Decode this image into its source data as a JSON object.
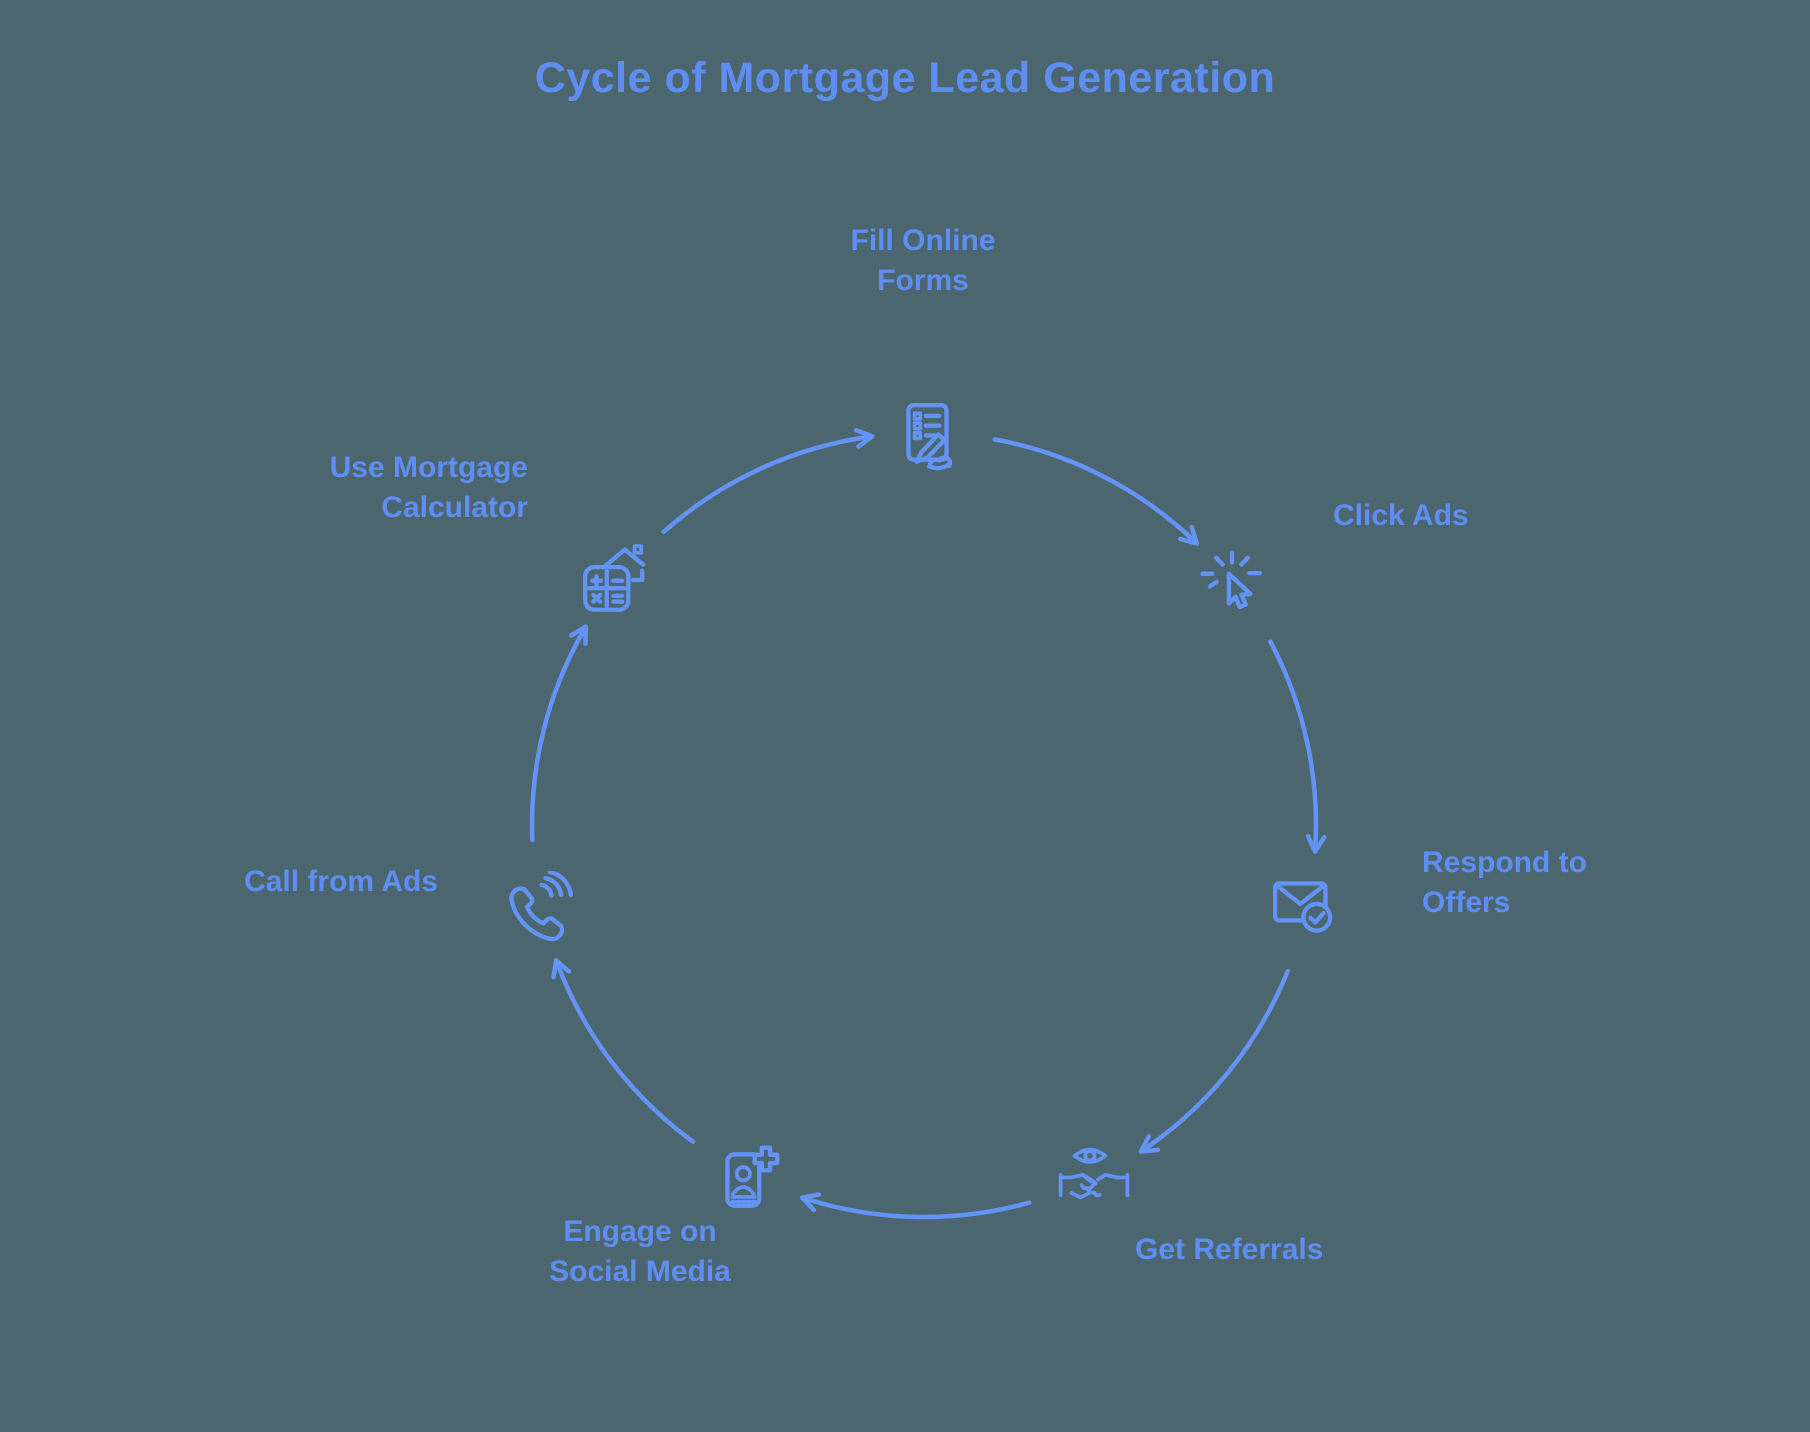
{
  "title": "Cycle of Mortgage Lead Generation",
  "colors": {
    "background": "#4C6670",
    "text_blue": "#5E8EF2",
    "line_blue": "#6394F5"
  },
  "cycle": {
    "direction": "clockwise",
    "nodes": [
      {
        "label": "Fill Online\nForms",
        "icon": "form-writing-icon"
      },
      {
        "label": "Click Ads",
        "icon": "cursor-click-icon"
      },
      {
        "label": "Respond to\nOffers",
        "icon": "envelope-check-icon"
      },
      {
        "label": "Get Referrals",
        "icon": "handshake-eye-icon"
      },
      {
        "label": "Engage on\nSocial Media",
        "icon": "add-contact-icon"
      },
      {
        "label": "Call from Ads",
        "icon": "phone-call-icon"
      },
      {
        "label": "Use Mortgage\nCalculator",
        "icon": "house-calculator-icon"
      }
    ]
  }
}
